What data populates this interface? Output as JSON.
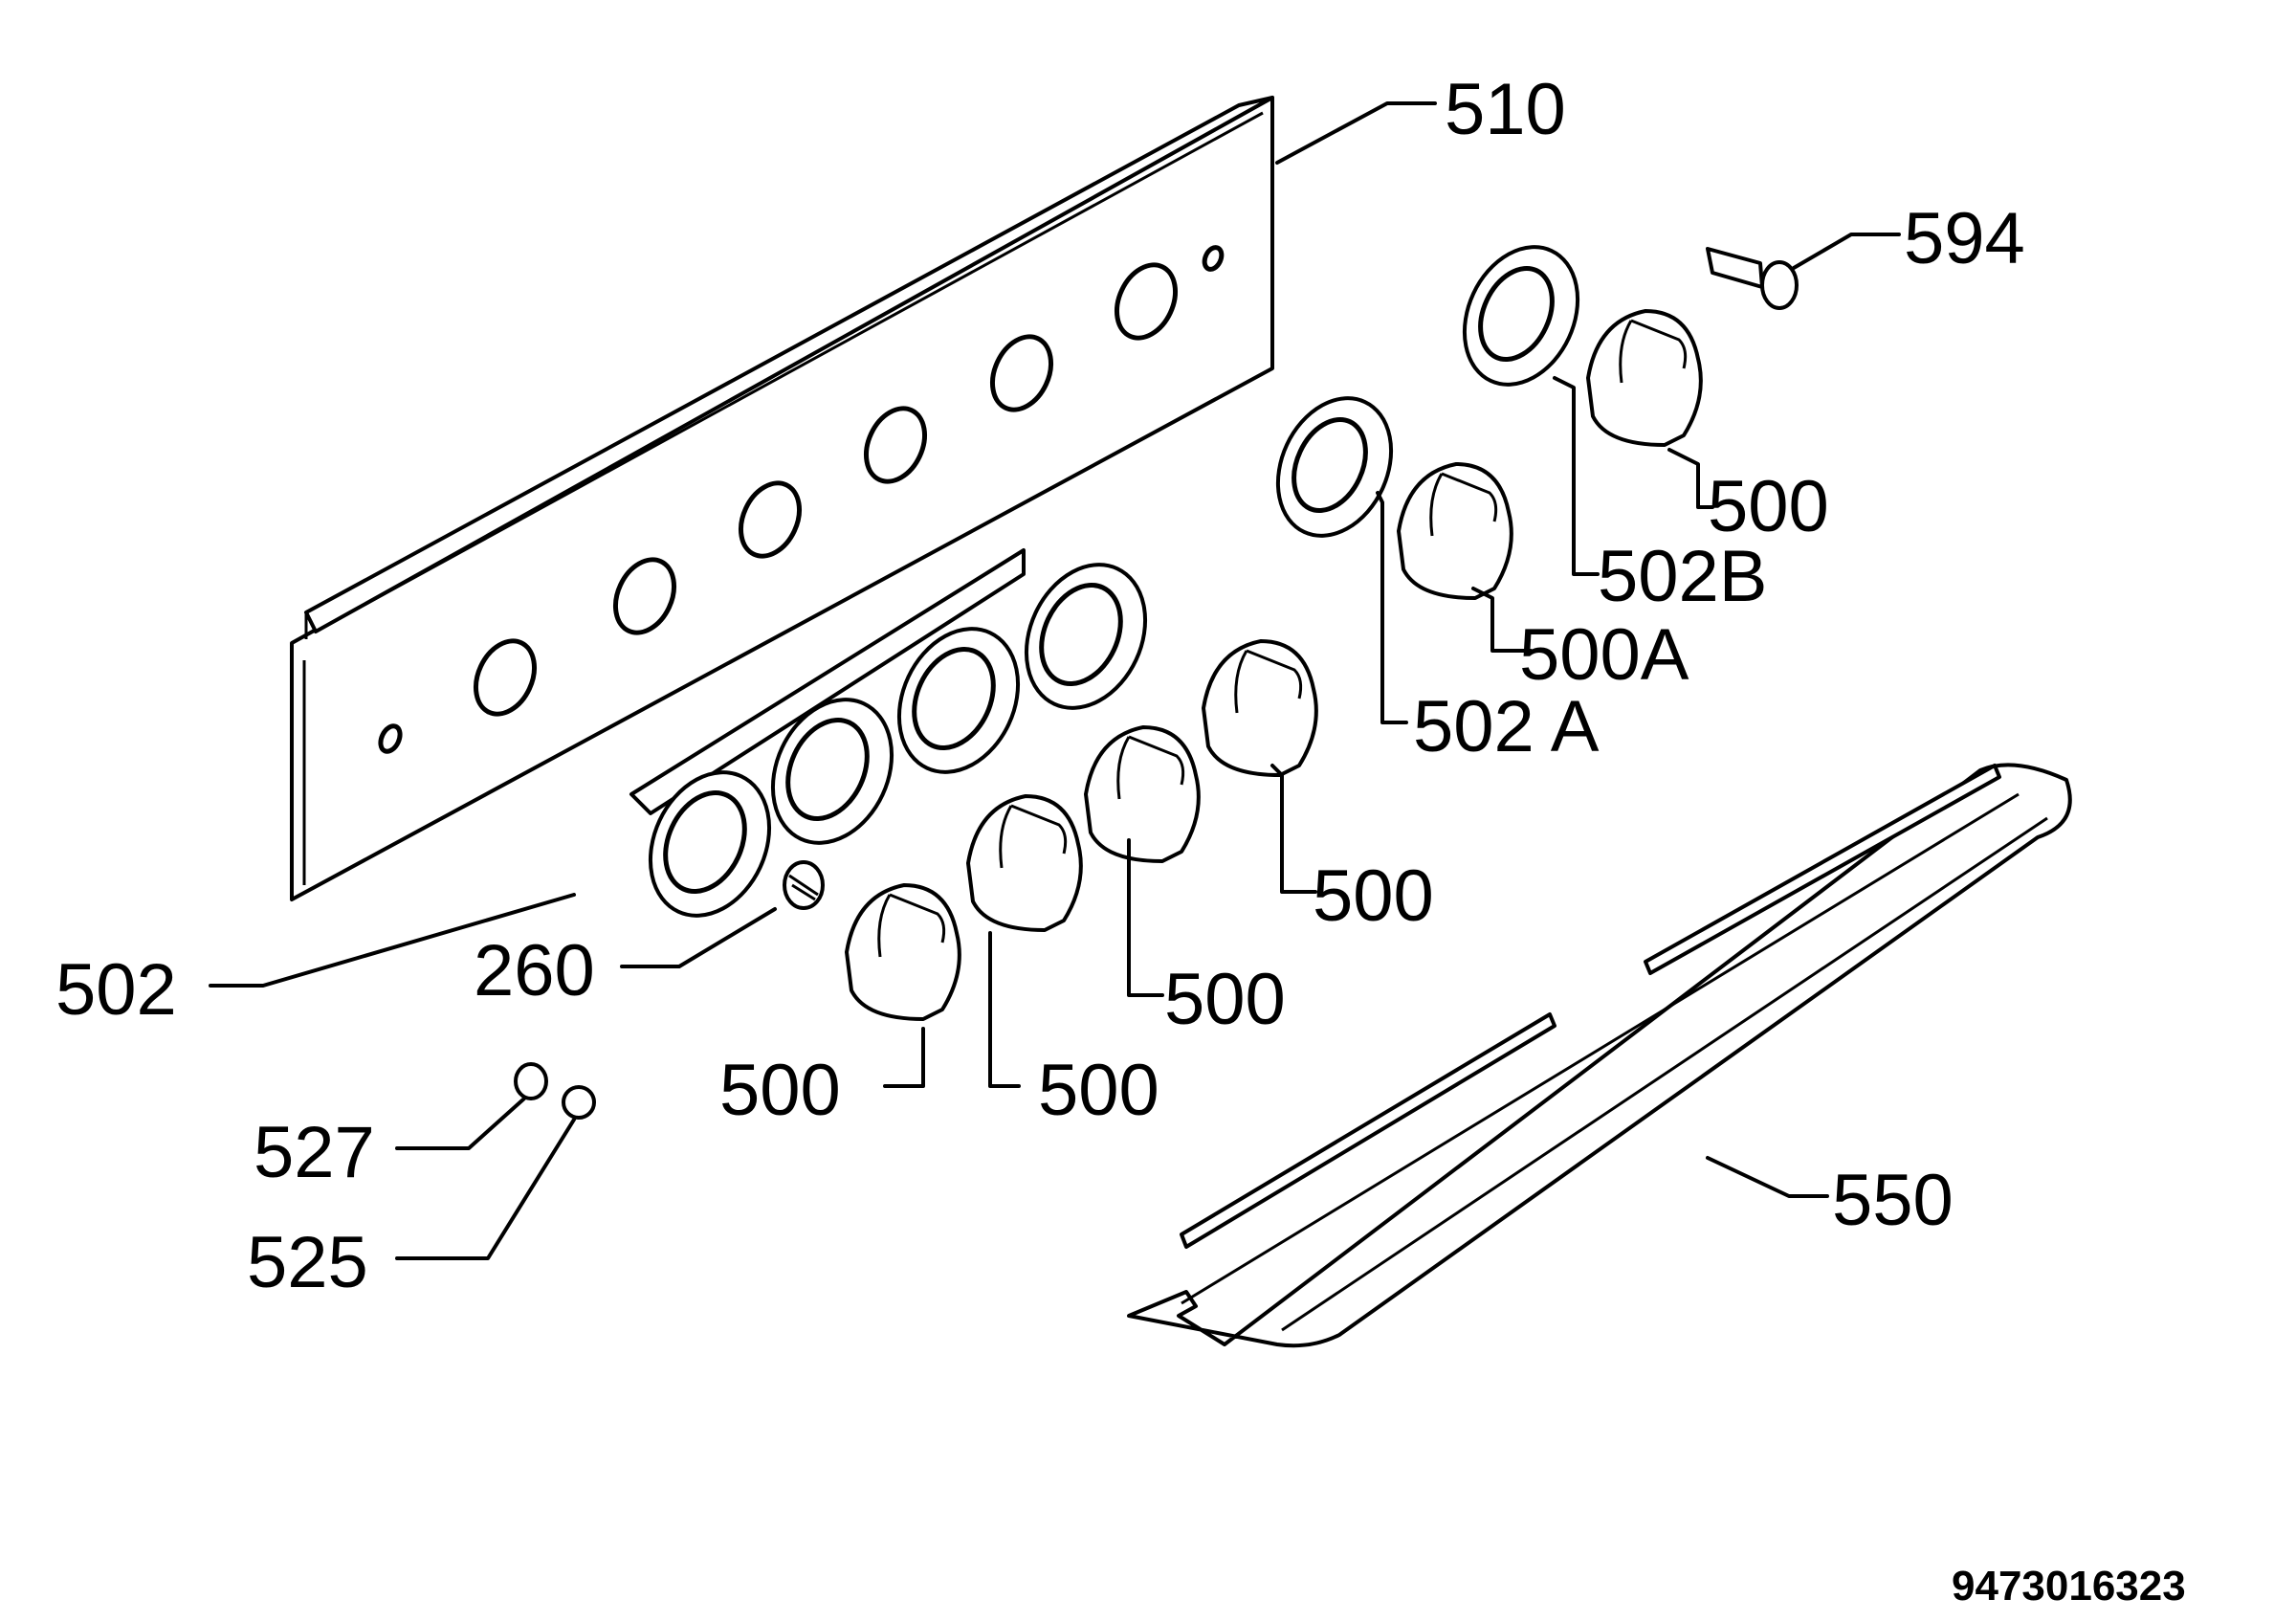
{
  "labels": {
    "p510": "510",
    "p594": "594",
    "p500_a": "500",
    "p502B": "502B",
    "p500A": "500A",
    "p502A": "502 A",
    "p500_b": "500",
    "p502": "502",
    "p260": "260",
    "p500_c": "500",
    "p500_d": "500",
    "p500_e": "500",
    "p527": "527",
    "p525": "525",
    "p550": "550"
  },
  "drawing_number": "9473016323"
}
